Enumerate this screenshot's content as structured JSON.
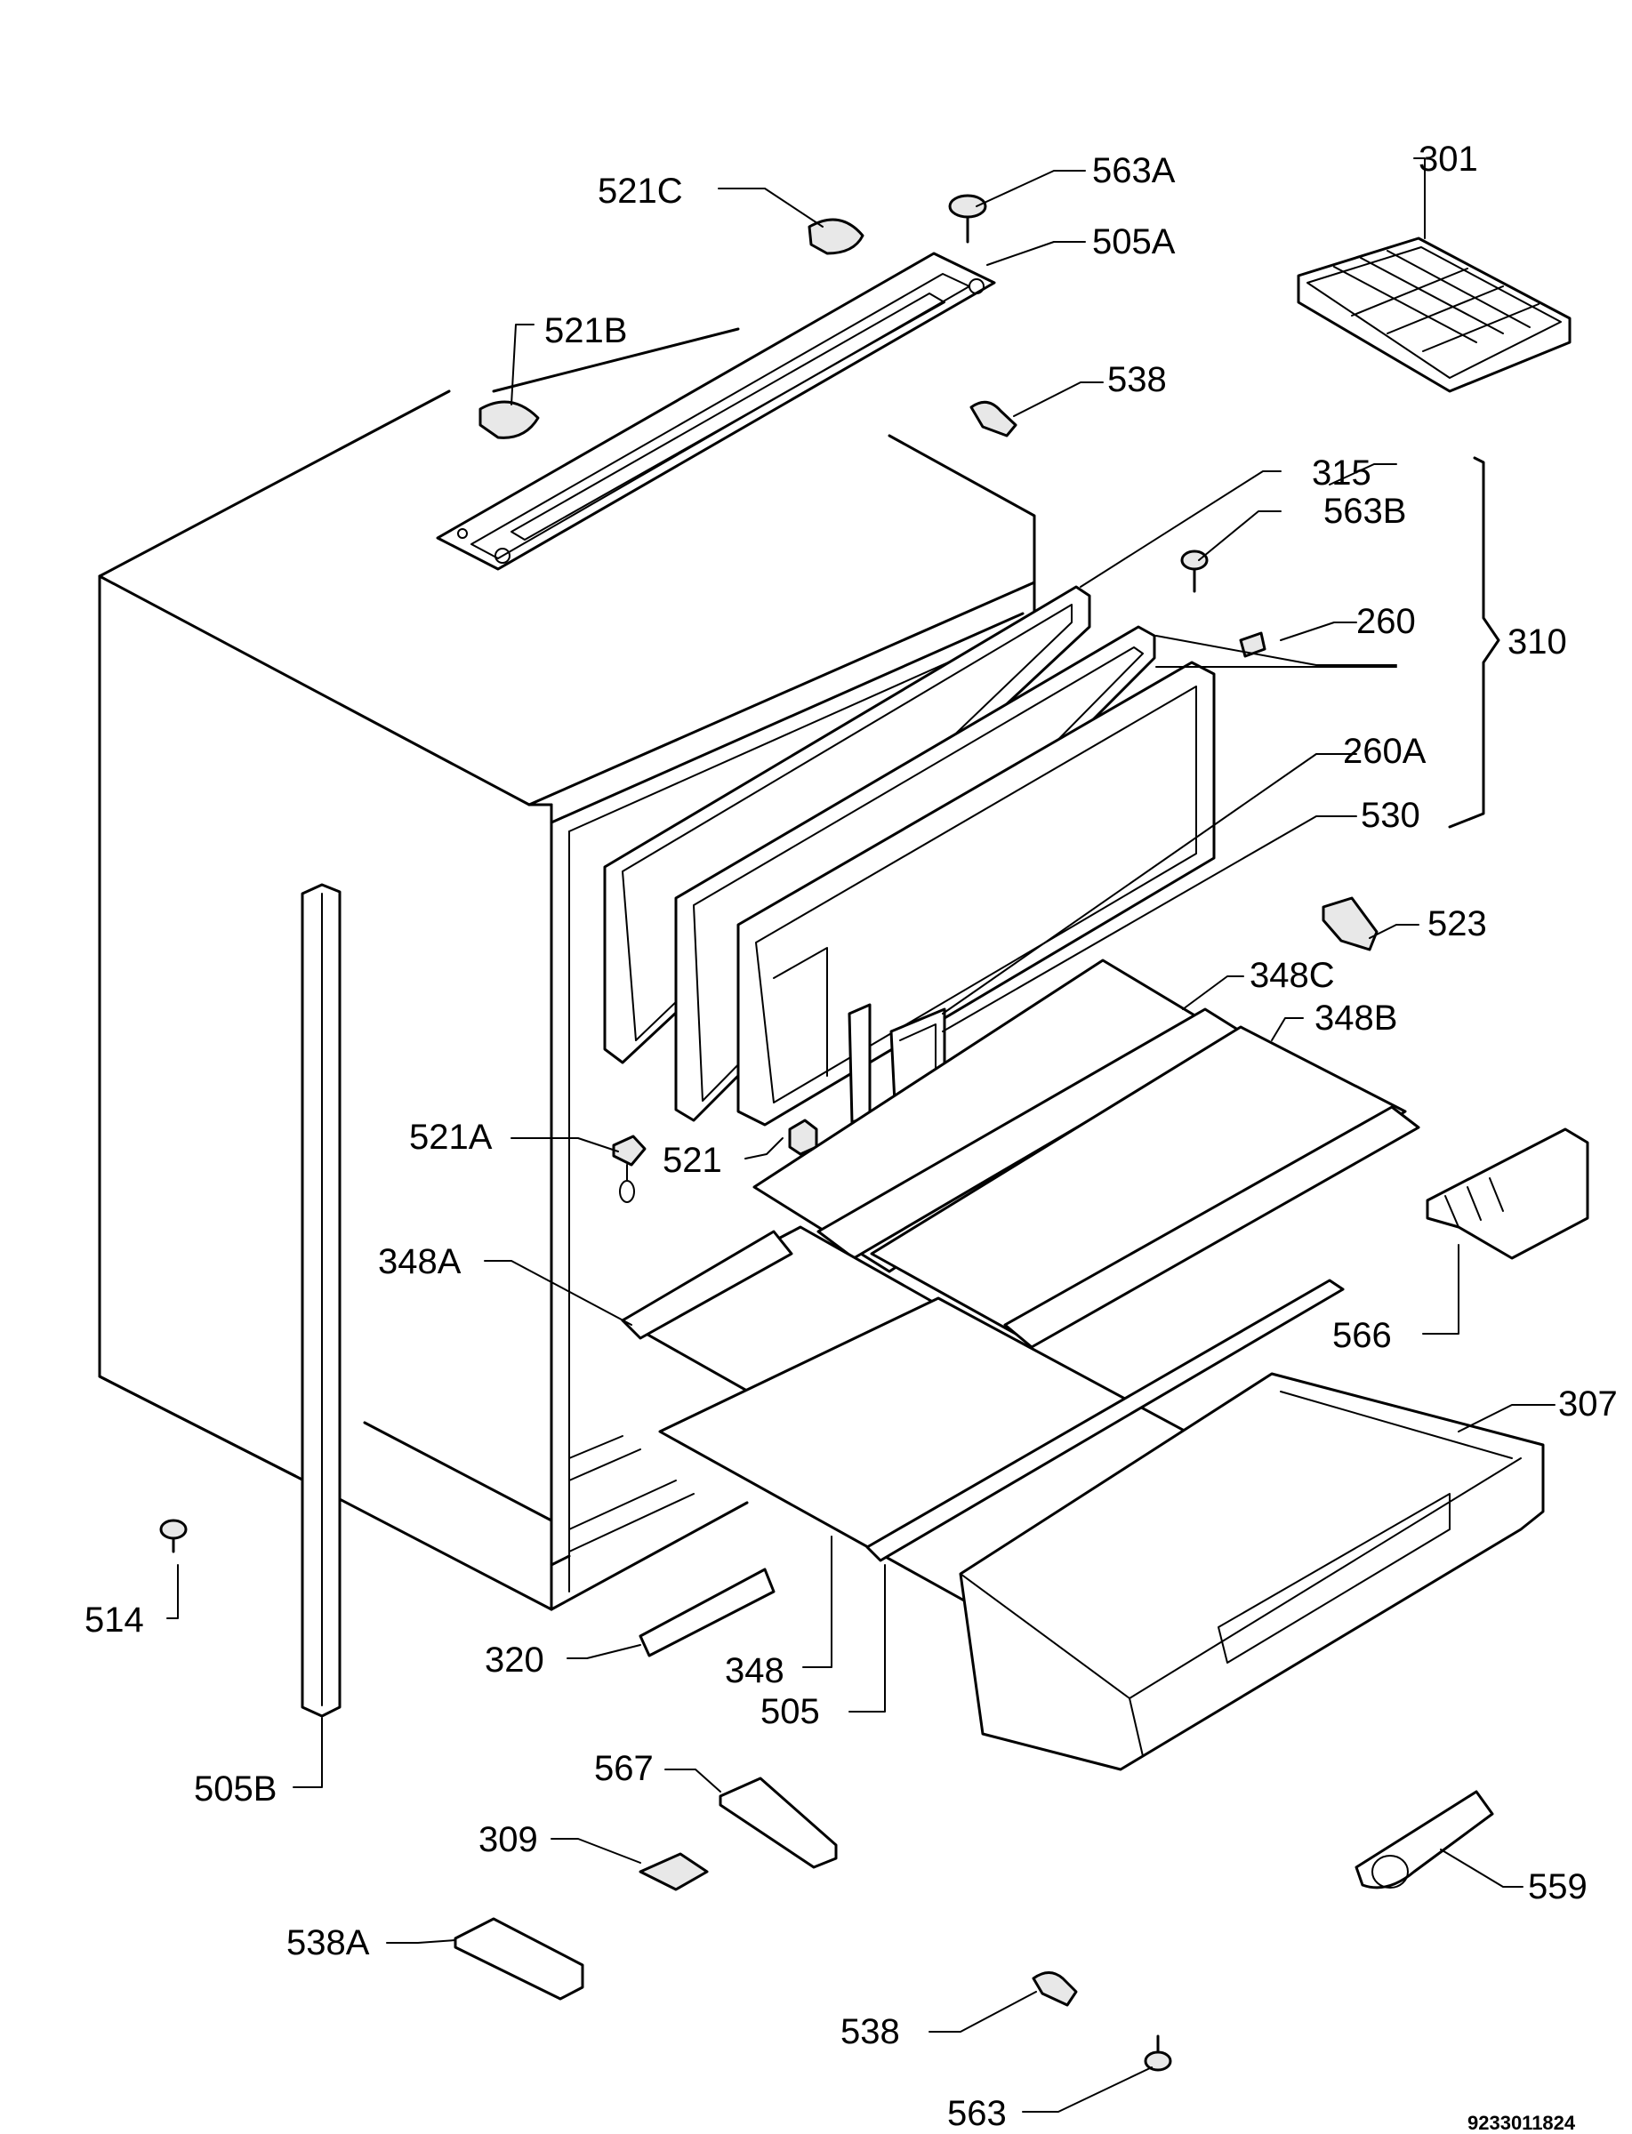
{
  "diagram": {
    "labels": {
      "l521C": "521C",
      "l563A": "563A",
      "l505A": "505A",
      "l301": "301",
      "l521B": "521B",
      "l538top": "538",
      "l315": "315",
      "l563B": "563B",
      "l260": "260",
      "l310": "310",
      "l260A": "260A",
      "l530": "530",
      "l523": "523",
      "l348C": "348C",
      "l348B": "348B",
      "l521A": "521A",
      "l521": "521",
      "l348A": "348A",
      "l566": "566",
      "l307": "307",
      "l514": "514",
      "l320": "320",
      "l348": "348",
      "l505": "505",
      "l505B": "505B",
      "l567": "567",
      "l309": "309",
      "l538A": "538A",
      "l559": "559",
      "l538bottom": "538",
      "l563": "563"
    },
    "drawing_number": "9233011824"
  }
}
